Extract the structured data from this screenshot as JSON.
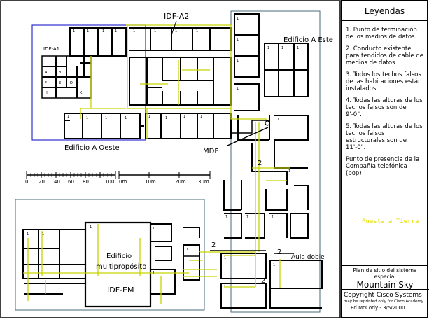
{
  "labels": {
    "idf_a2": "IDF-A2",
    "idf_a1": "IDF-A1",
    "edificio_a_este": "Edificio A Este",
    "edificio_a_oeste": "Edificio A Oeste",
    "mdf": "MDF",
    "edificio_multi_1": "Edificio",
    "edificio_multi_2": "multipropósito",
    "idf_em": "IDF-EM",
    "aula_doble": "Aula doble",
    "run_2a": "2",
    "run_2b": "2",
    "run_2c": "2",
    "run_2d": "2"
  },
  "scale": {
    "feet": [
      "0",
      "20",
      "40",
      "60",
      "80",
      "100"
    ],
    "meters": [
      "0m",
      "10m",
      "20m",
      "30m"
    ]
  },
  "sidebar": {
    "title": "Leyendas",
    "notes": [
      "1. Punto de terminación de los medios de datos.",
      "2. Conducto existente para tendidos de cable de medios de datos",
      "3. Todos los techos falsos de las habitaciones están instalados",
      "4. Todas las alturas de los techos falsos son de 9'-0\".",
      "5. Todas las alturas de los techos falsos estructurales son de 11'-0\".",
      "Punto de presencia de la Compañía telefónica (pop)"
    ],
    "pop_label": "Puesta a Tierra",
    "plan_subtitle": "Plan de sitio del sistema especial",
    "plan_name": "Mountain Sky",
    "copyright": "Copyright Cisco Systems",
    "reprint": "may be reprinted only for Cisco Academy",
    "author": "Ed McCorly - 3/5/2000"
  },
  "colors": {
    "walls": "#000000",
    "cable": "#c8d400",
    "blue_box": "#3030d0",
    "zone_box": "#4a6a7a",
    "pop": "#e8e000"
  }
}
